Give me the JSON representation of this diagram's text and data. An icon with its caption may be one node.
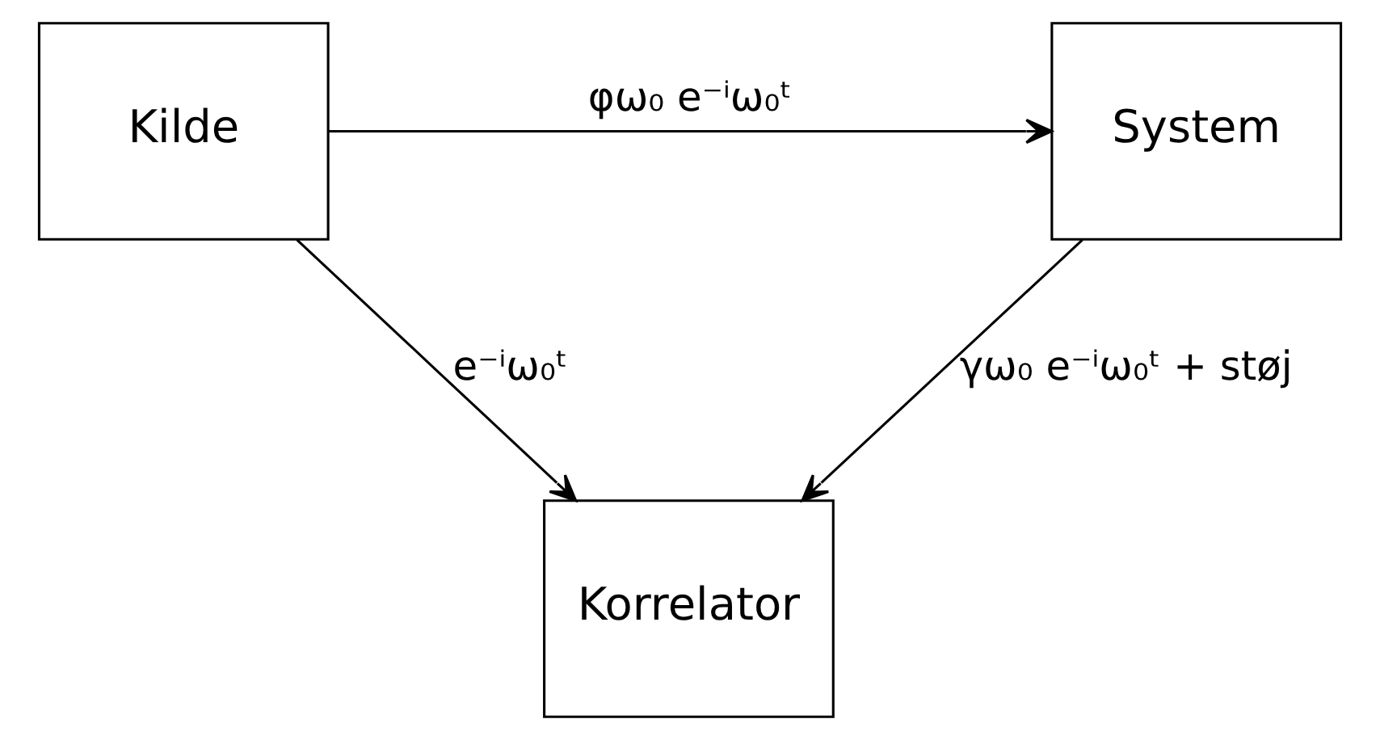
{
  "diagram": {
    "nodes": [
      {
        "text": [
          "Kilde"
        ]
      },
      {
        "text": [
          "System"
        ]
      },
      {
        "text": [
          "Korrelator"
        ]
      }
    ],
    "edges": [
      {
        "from": 0,
        "to": 1,
        "arrow": "to",
        "label": "φω₀ e⁻ⁱω₀ᵗ"
      },
      {
        "from": 0,
        "to": 2,
        "arrow": "to",
        "label": "e⁻ⁱω₀ᵗ"
      },
      {
        "from": 1,
        "to": 2,
        "arrow": "to",
        "label": "γω₀ e⁻ⁱω₀ᵗ + støj"
      }
    ]
  }
}
